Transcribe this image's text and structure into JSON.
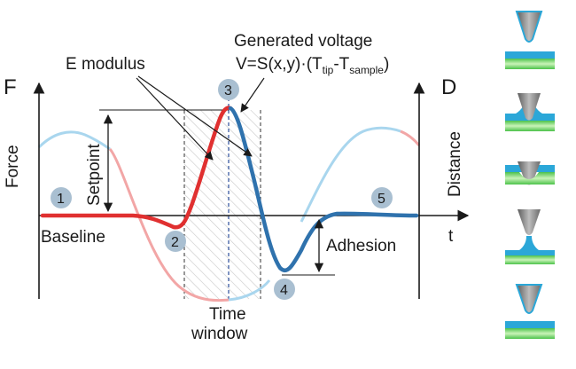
{
  "figure": {
    "force_axis_label": "F",
    "force_title": "Force",
    "distance_axis_label": "D",
    "distance_title": "Distance",
    "time_axis_label": "t",
    "generated_voltage_title": "Generated voltage",
    "voltage_formula_prefix": "V=S(x,y)·(T",
    "voltage_tip_sub": "tip",
    "voltage_minus": "-T",
    "voltage_sample_sub": "sample",
    "voltage_formula_suffix": ")",
    "e_modulus_label": "E modulus",
    "setpoint_label": "Setpoint",
    "baseline_label": "Baseline",
    "adhesion_label": "Adhesion",
    "time_window_line1": "Time",
    "time_window_line2": "window",
    "markers": [
      "1",
      "2",
      "3",
      "4",
      "5"
    ]
  },
  "colors": {
    "force_curve": "#e03030",
    "force_curve_light": "#f2a6a6",
    "distance_curve": "#2f72ad",
    "distance_curve_light": "#a9d6ee",
    "marker_fill": "#a9bfd1",
    "cantilever_tip": "#808080",
    "sample_green": "#7fd47a",
    "liquid_blue": "#2ba7d8"
  }
}
